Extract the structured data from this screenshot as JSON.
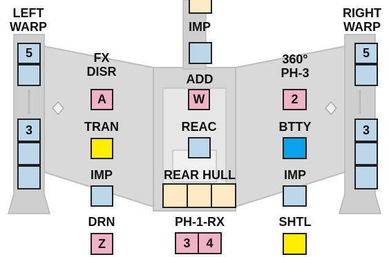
{
  "left_warp": {
    "line1": "LEFT",
    "line2": "WARP",
    "top_value": "5",
    "mid_value": "3"
  },
  "right_warp": {
    "line1": "RIGHT",
    "line2": "WARP",
    "top_value": "5",
    "mid_value": "3"
  },
  "center": {
    "imp_label": "IMP",
    "add_label": "ADD",
    "add_value": "W",
    "reac_label": "REAC",
    "rear_hull_label": "REAR HULL",
    "ph1rx_label": "PH-1-RX",
    "ph1rx_values": [
      "3",
      "4"
    ]
  },
  "left_col": {
    "fx_line1": "FX",
    "fx_line2": "DISR",
    "fx_value": "A",
    "tran_label": "TRAN",
    "imp_label": "IMP",
    "drn_label": "DRN",
    "drn_value": "Z"
  },
  "right_col": {
    "ph3_line1": "360°",
    "ph3_line2": "PH-3",
    "ph3_value": "2",
    "btty_label": "BTTY",
    "imp_label": "IMP",
    "shtl_label": "SHTL"
  },
  "colors": {
    "system_box": "#bcd6ea",
    "weapon_box": "#f0b3c6",
    "tractor_box": "#ffee00",
    "battery_box": "#0aa2ea",
    "hull_box": "#fde9c2",
    "ship_fill": "#d9d9d9"
  }
}
